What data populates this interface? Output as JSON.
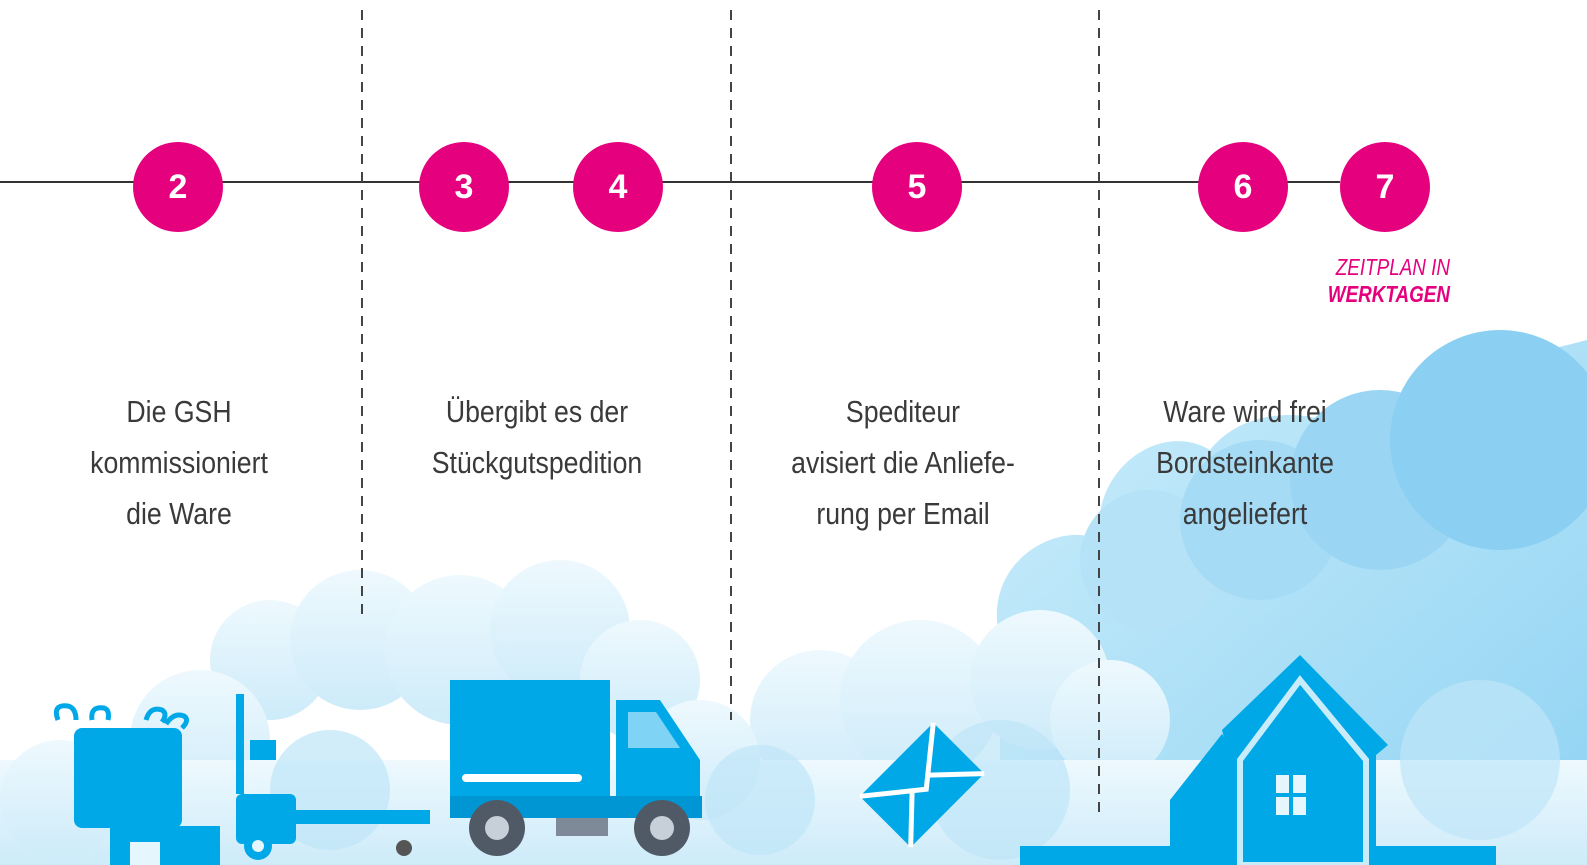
{
  "timeline": {
    "steps": [
      {
        "number": "2"
      },
      {
        "number": "3"
      },
      {
        "number": "4"
      },
      {
        "number": "5"
      },
      {
        "number": "6"
      },
      {
        "number": "7"
      }
    ],
    "note_prefix": "ZEITPLAN IN ",
    "note_emphasis": "WERKTAGEN"
  },
  "captions": [
    {
      "lines": [
        "Die GSH",
        "kommissioniert",
        "die Ware"
      ]
    },
    {
      "lines": [
        "Übergibt es der",
        "Stückgutspedition"
      ]
    },
    {
      "lines": [
        "Spediteur",
        "avisiert die Anliefe-",
        "rung per Email"
      ]
    },
    {
      "lines": [
        "Ware wird frei",
        "Bordsteinkante",
        "angeliefert"
      ]
    }
  ],
  "colors": {
    "accent": "#e5007e",
    "icon_blue": "#00a8e8",
    "cloud_light": "#dff3fc",
    "cloud_mid": "#a8dcf5",
    "text": "#3a3a3a"
  },
  "icons": [
    "big-bag-icon",
    "pallet-jack-icon",
    "delivery-truck-icon",
    "envelope-icon",
    "house-icon"
  ]
}
